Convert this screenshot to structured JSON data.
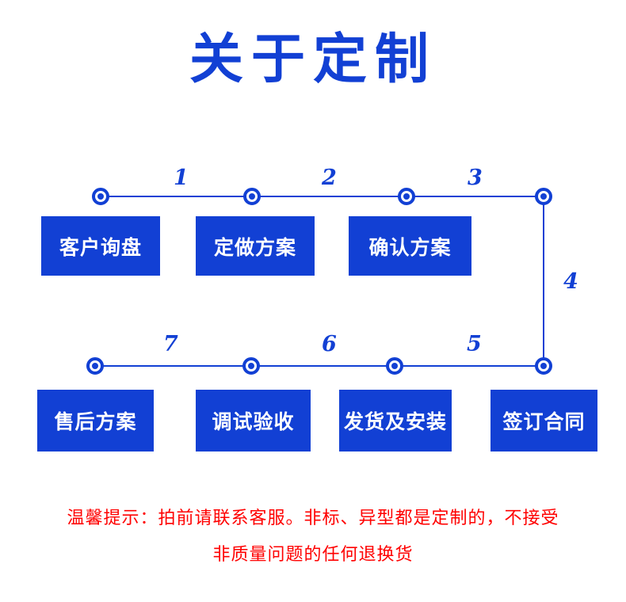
{
  "title": "关于定制",
  "colors": {
    "brand_blue": "#1240d4",
    "notice_red": "#ff0000",
    "background": "#ffffff"
  },
  "flow": {
    "steps": [
      {
        "number": "1",
        "label": "客户询盘"
      },
      {
        "number": "2",
        "label": "定做方案"
      },
      {
        "number": "3",
        "label": "确认方案"
      },
      {
        "number": "4",
        "label": "签订合同"
      },
      {
        "number": "5",
        "label": "发货及安装"
      },
      {
        "number": "6",
        "label": "调试验收"
      },
      {
        "number": "7",
        "label": "售后方案"
      }
    ],
    "top_row_labels": [
      "客户询盘",
      "定做方案",
      "确认方案"
    ],
    "bottom_row_labels": [
      "售后方案",
      "调试验收",
      "发货及安装",
      "签订合同"
    ],
    "top_numbers": [
      "1",
      "2",
      "3"
    ],
    "right_number": "4",
    "bottom_numbers": [
      "7",
      "6",
      "5"
    ]
  },
  "notice": {
    "line1": "温馨提示：拍前请联系客服。非标、异型都是定制的，不接受",
    "line2": "非质量问题的任何退换货"
  }
}
